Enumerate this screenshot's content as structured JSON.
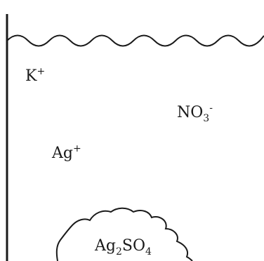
{
  "diagram": {
    "ions": {
      "potassium": {
        "symbol": "K",
        "charge": "+"
      },
      "nitrate": {
        "symbol": "NO",
        "subscript": "3",
        "charge": "-"
      },
      "silver": {
        "symbol": "Ag",
        "charge": "+"
      }
    },
    "precipitate": {
      "part1": "Ag",
      "subscript1": "2",
      "part2": "SO",
      "subscript2": "4"
    },
    "colors": {
      "ink": "#1a1a1a",
      "background": "#ffffff"
    }
  }
}
